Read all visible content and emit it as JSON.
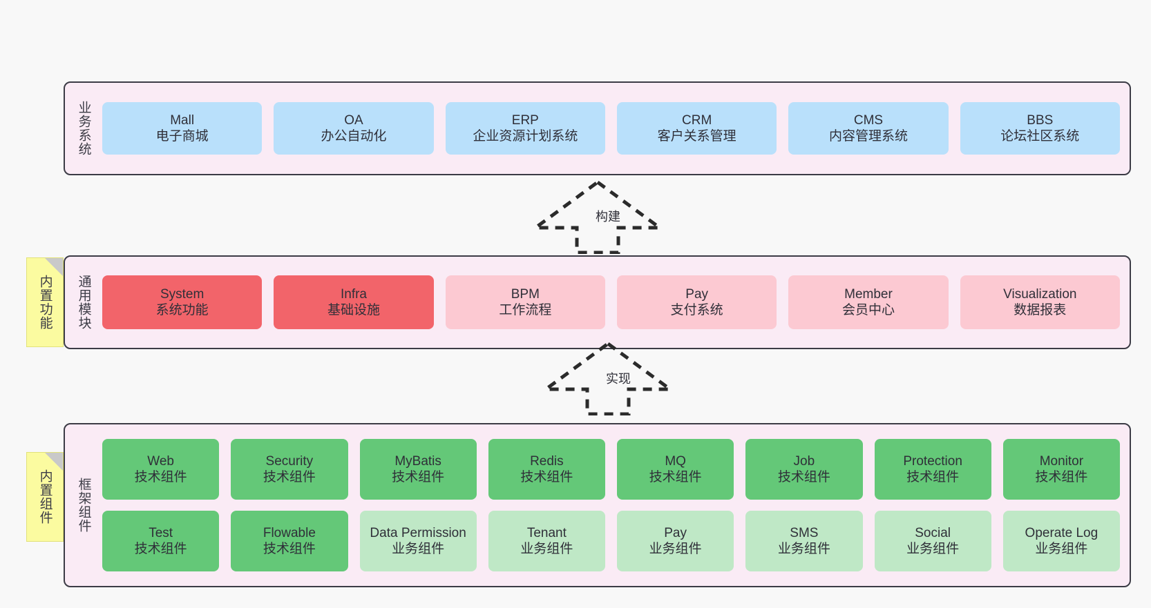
{
  "diagram": {
    "title": "Tiered architecture diagram",
    "colors": {
      "layer_background": "#faebf5",
      "layer_border": "#3b3b45",
      "business_card": "#b9e0fb",
      "module_core": "#f2646a",
      "module_optional": "#fcc9d2",
      "component_tech": "#64c878",
      "component_business": "#bfe8c6",
      "note": "#fbfba0",
      "canvas": "#f8f8f8"
    }
  },
  "layers": {
    "business": {
      "title": "业务系统",
      "cards": [
        {
          "title": "Mall",
          "subtitle": "电子商城",
          "style": "c-blue"
        },
        {
          "title": "OA",
          "subtitle": "办公自动化",
          "style": "c-blue"
        },
        {
          "title": "ERP",
          "subtitle": "企业资源计划系统",
          "style": "c-blue"
        },
        {
          "title": "CRM",
          "subtitle": "客户关系管理",
          "style": "c-blue"
        },
        {
          "title": "CMS",
          "subtitle": "内容管理系统",
          "style": "c-blue"
        },
        {
          "title": "BBS",
          "subtitle": "论坛社区系统",
          "style": "c-blue"
        }
      ]
    },
    "modules": {
      "title": "通用模块",
      "note": "内置功能",
      "cards": [
        {
          "title": "System",
          "subtitle": "系统功能",
          "style": "c-red"
        },
        {
          "title": "Infra",
          "subtitle": "基础设施",
          "style": "c-red"
        },
        {
          "title": "BPM",
          "subtitle": "工作流程",
          "style": "c-pink"
        },
        {
          "title": "Pay",
          "subtitle": "支付系统",
          "style": "c-pink"
        },
        {
          "title": "Member",
          "subtitle": "会员中心",
          "style": "c-pink"
        },
        {
          "title": "Visualization",
          "subtitle": "数据报表",
          "style": "c-pink"
        }
      ]
    },
    "framework": {
      "title": "框架组件",
      "note": "内置组件",
      "rows": [
        [
          {
            "title": "Web",
            "subtitle": "技术组件",
            "style": "c-green"
          },
          {
            "title": "Security",
            "subtitle": "技术组件",
            "style": "c-green"
          },
          {
            "title": "MyBatis",
            "subtitle": "技术组件",
            "style": "c-green"
          },
          {
            "title": "Redis",
            "subtitle": "技术组件",
            "style": "c-green"
          },
          {
            "title": "MQ",
            "subtitle": "技术组件",
            "style": "c-green"
          },
          {
            "title": "Job",
            "subtitle": "技术组件",
            "style": "c-green"
          },
          {
            "title": "Protection",
            "subtitle": "技术组件",
            "style": "c-green"
          },
          {
            "title": "Monitor",
            "subtitle": "技术组件",
            "style": "c-green"
          }
        ],
        [
          {
            "title": "Test",
            "subtitle": "技术组件",
            "style": "c-green"
          },
          {
            "title": "Flowable",
            "subtitle": "技术组件",
            "style": "c-green"
          },
          {
            "title": "Data Permission",
            "subtitle": "业务组件",
            "style": "c-lightgreen"
          },
          {
            "title": "Tenant",
            "subtitle": "业务组件",
            "style": "c-lightgreen"
          },
          {
            "title": "Pay",
            "subtitle": "业务组件",
            "style": "c-lightgreen"
          },
          {
            "title": "SMS",
            "subtitle": "业务组件",
            "style": "c-lightgreen"
          },
          {
            "title": "Social",
            "subtitle": "业务组件",
            "style": "c-lightgreen"
          },
          {
            "title": "Operate Log",
            "subtitle": "业务组件",
            "style": "c-lightgreen"
          }
        ]
      ]
    }
  },
  "connectors": [
    {
      "label": "构建",
      "direction": "up",
      "from": "通用模块",
      "to": "业务系统"
    },
    {
      "label": "实现",
      "direction": "up",
      "from": "框架组件",
      "to": "通用模块"
    }
  ]
}
